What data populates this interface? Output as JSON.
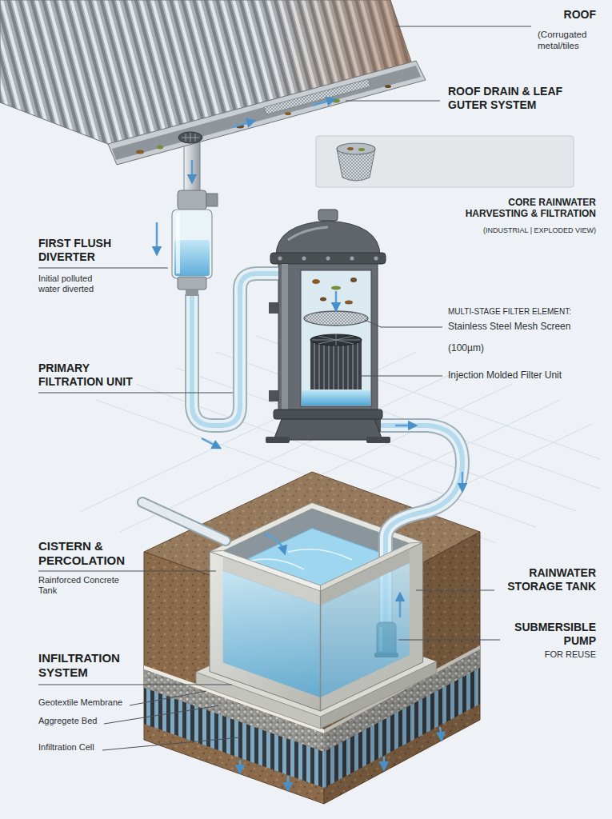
{
  "diagram": {
    "labels": [
      "ROOF",
      "(Corrugated metal/tiles",
      "ROOF DRAIN & LEAF GUTER SYSTEM",
      "CORE RAINWATER HARVESTING & FILTRATION",
      "(INDUSTRIAL | EXPLODED VIEW)",
      "FIRST FLUSH DIVERTER",
      "Initial polluted water diverted",
      "MULTI-STAGE FILTER ELEMENT:",
      "Stainless Steel Mesh Screen",
      "(100µm)",
      "PRIMARY FILTRATION UNIT",
      "Injection Molded Filter Unit",
      "CISTERN & PERCOLATION",
      "Rainforced Concrete Tank",
      "RAINWATER STORAGE TANK",
      "SUBMERSIBLE PUMP",
      "FOR REUSE",
      "INFILTRATION SYSTEM",
      "Geotextile Membrane",
      "Aggregete Bed",
      "Infiltration Cell"
    ]
  }
}
